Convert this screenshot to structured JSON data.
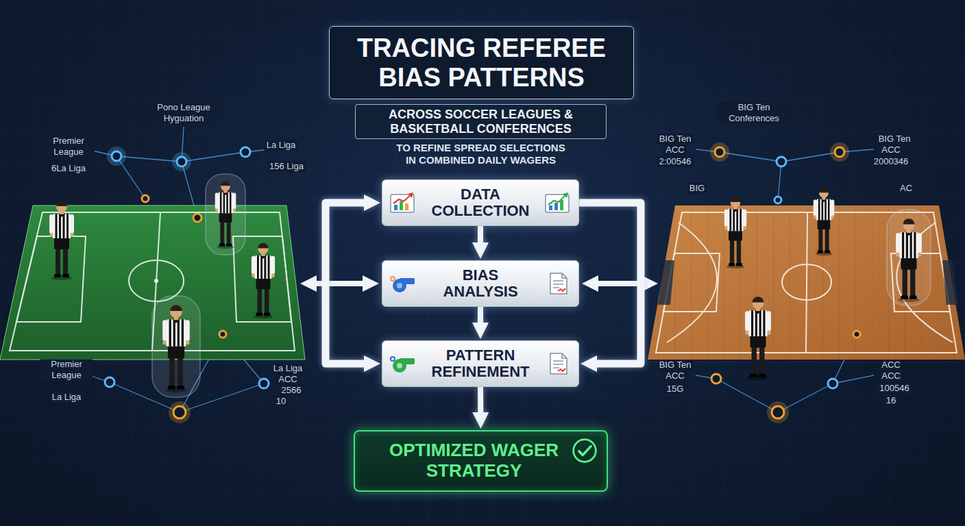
{
  "diagram": {
    "title": "TRACING REFEREE BIAS PATTERNS",
    "nodes": [
      {
        "text": [
          "ACROSS SOCCER LEAGUES & BASKETBALL CONFERENCES",
          "TO REFINE SPREAD SELECTIONS IN COMBINED DAILY WAGERS"
        ]
      },
      {
        "text": [
          "DATA COLLECTION"
        ]
      },
      {
        "text": [
          "BIAS ANALYSIS"
        ]
      },
      {
        "text": [
          "PATTERN REFINEMENT"
        ]
      },
      {
        "text": [
          "OPTIMIZED WAGER STRATEGY"
        ]
      }
    ],
    "edges": [
      {
        "from": 1,
        "to": 2,
        "arrow": "to"
      },
      {
        "from": 2,
        "to": 3,
        "arrow": "to"
      },
      {
        "from": 3,
        "to": 4,
        "arrow": "to"
      },
      {
        "from": 3,
        "to": 1,
        "arrow": "both"
      },
      {
        "from": 1,
        "to": 3,
        "arrow": "to"
      }
    ],
    "labels": [
      "Pono League",
      "Hyguation",
      "Premier League",
      "6La Liga",
      "La Liga",
      "156 Liga",
      "BIG Ten Conferences",
      "BIG Ten",
      "ACC",
      "2:00546",
      "BIG Ten",
      "ACC",
      "2000346",
      "BIG",
      "AC",
      "Premier League",
      "La Liga",
      "La Liga",
      "ACC",
      "2566",
      "10",
      "BIG Ten",
      "ACC",
      "15G",
      "ACC",
      "ACC",
      "100546",
      "16"
    ]
  }
}
